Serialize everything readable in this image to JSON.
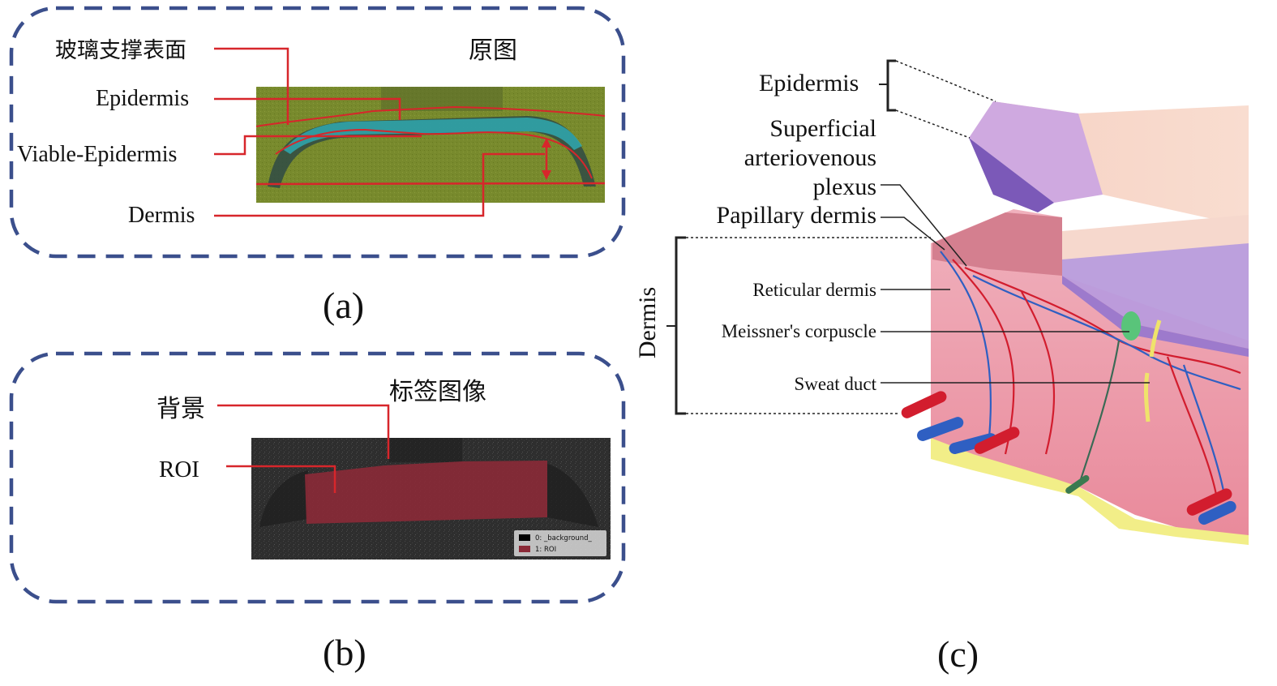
{
  "panel_a": {
    "caption": "(a)",
    "title": "原图",
    "labels": {
      "glass": "玻璃支撑表面",
      "epidermis": "Epidermis",
      "viable": "Viable-Epidermis",
      "dermis": "Dermis"
    }
  },
  "panel_b": {
    "caption": "(b)",
    "title": "标签图像",
    "labels": {
      "background": "背景",
      "roi": "ROI"
    },
    "legend": [
      "0: _background_",
      "1: ROI"
    ]
  },
  "panel_c": {
    "caption": "(c)",
    "labels": {
      "epidermis": "Epidermis",
      "superficial_1": "Superficial",
      "superficial_2": "arteriovenous",
      "superficial_3": "plexus",
      "papillary": "Papillary dermis",
      "dermis": "Dermis",
      "reticular": "Reticular dermis",
      "meissner": "Meissner's corpuscle",
      "sweat": "Sweat duct"
    }
  },
  "colors": {
    "dash_border": "#3b4f8c",
    "leader_red": "#d7262b",
    "oct_green": "#7a8a2c",
    "oct_dark": "#2b2b2b",
    "roi_red": "#8b2a37",
    "skin_pink": "#f2a7b3",
    "epi_purple": "#b89ad6"
  }
}
